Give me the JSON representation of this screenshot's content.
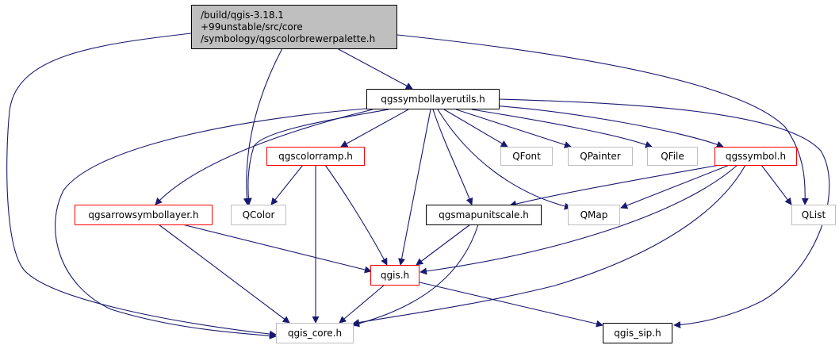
{
  "nodes": {
    "root": {
      "lines": [
        "/build/qgis-3.18.1",
        "+99unstable/src/core",
        "/symbology/qgscolorbrewerpalette.h"
      ]
    },
    "symbollayerutils": {
      "label": "qgssymbollayerutils.h"
    },
    "colorramp": {
      "label": "qgscolorramp.h"
    },
    "qfont": {
      "label": "QFont"
    },
    "qpainter": {
      "label": "QPainter"
    },
    "qfile": {
      "label": "QFile"
    },
    "symbol": {
      "label": "qgssymbol.h"
    },
    "arrowsymbollayer": {
      "label": "qgsarrowsymbollayer.h"
    },
    "qcolor": {
      "label": "QColor"
    },
    "mapunitscale": {
      "label": "qgsmapunitscale.h"
    },
    "qmap": {
      "label": "QMap"
    },
    "qlist": {
      "label": "QList"
    },
    "qgis": {
      "label": "qgis.h"
    },
    "qgis_core": {
      "label": "qgis_core.h"
    },
    "qgis_sip": {
      "label": "qgis_sip.h"
    }
  },
  "colors": {
    "edge": "#191970",
    "root_fill": "#bfbfbf",
    "border_documented": "#000000",
    "border_truncated": "#ff0000",
    "border_external": "#bfbfbf"
  }
}
